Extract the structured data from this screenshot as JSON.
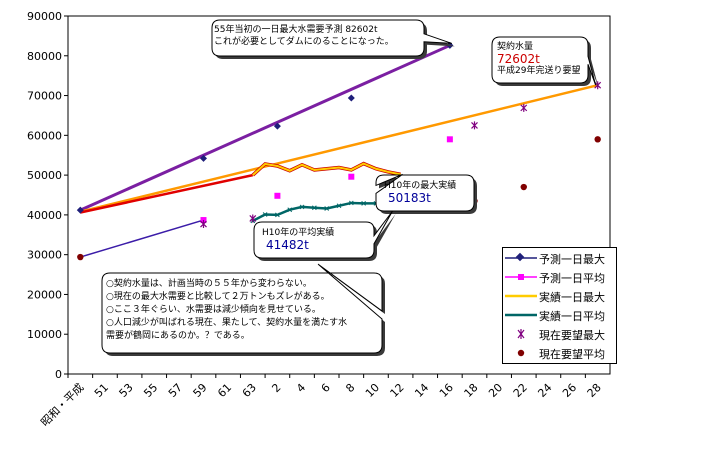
{
  "colors": {
    "pred_max": "#1f1f7a",
    "pred_avg": "#ff00ff",
    "act_max": "#ffcc00",
    "act_avg": "#006666",
    "req_max": "#800080",
    "req_avg": "#800000",
    "trend_purple": "#7b1fa2",
    "trend_orange": "#ff9900",
    "trend_red": "#e00000",
    "trend_blue": "#3b1ca8"
  },
  "notes": {
    "top_line1": "55年当初の一日最大水需要予測 82602t",
    "top_line2": "これが必要としてダムにのることになった。",
    "contract_title": "契約水量",
    "contract_value": "72602t",
    "contract_sub": "平成29年完送り要望",
    "h10max_title": "H10年の最大実績",
    "h10max_value": "50183t",
    "h10avg_title": "H10年の平均実績",
    "h10avg_value": "41482t",
    "bottom_line1": "○契約水量は、計画当時の５５年から変わらない。",
    "bottom_line2": "○現在の最大水需要と比較して２万トンもズレがある。",
    "bottom_line3": "○ここ３年ぐらい、水需要は減少傾向を見せている。",
    "bottom_line4": "○人口減少が叫ばれる現在、果たして、契約水量を満たす水",
    "bottom_line5": "需要が鶴岡にあるのか。？である。"
  },
  "chart_data": {
    "type": "line",
    "ylim": [
      0,
      90000
    ],
    "yticks": [
      0,
      10000,
      20000,
      30000,
      40000,
      50000,
      60000,
      70000,
      80000,
      90000
    ],
    "categories": [
      "昭和・平成",
      "51",
      "53",
      "55",
      "57",
      "59",
      "61",
      "63",
      "2",
      "4",
      "6",
      "8",
      "10",
      "12",
      "14",
      "16",
      "18",
      "20",
      "22",
      "24",
      "26",
      "28"
    ],
    "series": [
      {
        "name": "予測一日最大",
        "points": [
          [
            0,
            41200
          ],
          [
            5,
            54200
          ],
          [
            8,
            62300
          ],
          [
            11,
            69400
          ],
          [
            15,
            82600
          ]
        ]
      },
      {
        "name": "予測一日平均",
        "points": [
          [
            5,
            38700
          ],
          [
            8,
            44800
          ],
          [
            11,
            49600
          ],
          [
            15,
            59000
          ]
        ]
      },
      {
        "name": "実績一日最大",
        "points": [
          [
            7,
            50000
          ],
          [
            7.5,
            52800
          ],
          [
            8,
            52300
          ],
          [
            8.5,
            51100
          ],
          [
            9,
            52600
          ],
          [
            9.5,
            51300
          ],
          [
            10,
            51600
          ],
          [
            10.5,
            51900
          ],
          [
            11,
            51300
          ],
          [
            11.5,
            52900
          ],
          [
            12,
            51600
          ],
          [
            12.5,
            50800
          ],
          [
            13,
            50183
          ]
        ]
      },
      {
        "name": "実績一日平均",
        "points": [
          [
            7,
            38500
          ],
          [
            7.5,
            40100
          ],
          [
            8,
            40000
          ],
          [
            8.5,
            41300
          ],
          [
            9,
            42000
          ],
          [
            9.5,
            41800
          ],
          [
            10,
            41600
          ],
          [
            10.5,
            42300
          ],
          [
            11,
            43000
          ],
          [
            11.5,
            42900
          ],
          [
            12,
            42900
          ],
          [
            12.5,
            42800
          ],
          [
            13,
            41482
          ]
        ]
      },
      {
        "name": "現在要望最大",
        "points": [
          [
            5,
            37700
          ],
          [
            7,
            39100
          ],
          [
            16,
            62500
          ],
          [
            18,
            66900
          ],
          [
            21,
            72600
          ]
        ]
      },
      {
        "name": "現在要望平均",
        "points": [
          [
            0,
            29400
          ],
          [
            16,
            43500
          ],
          [
            18,
            47000
          ],
          [
            21,
            59000
          ]
        ]
      }
    ]
  }
}
